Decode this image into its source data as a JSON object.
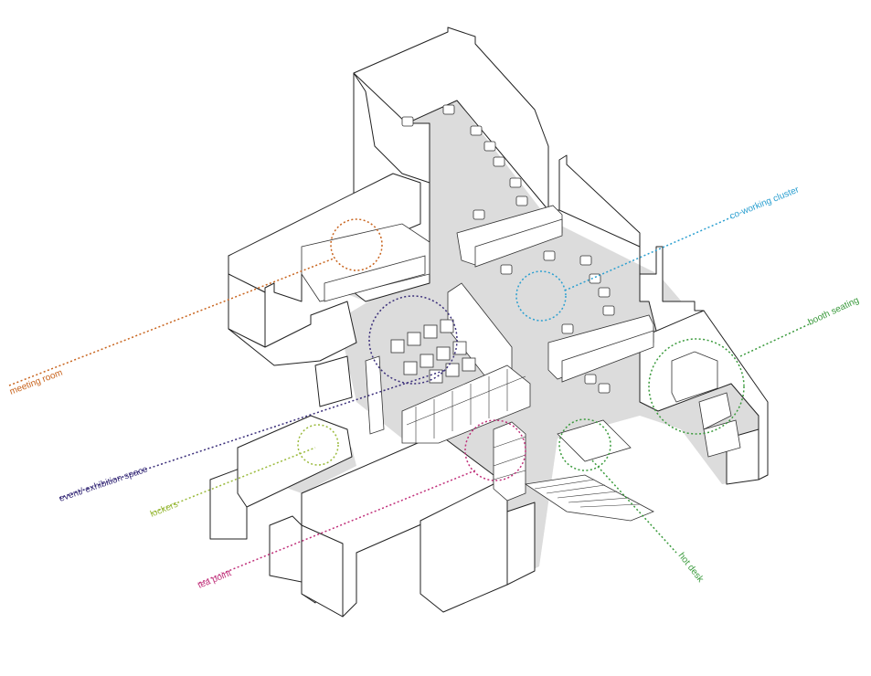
{
  "labels": [
    {
      "id": "meeting-room",
      "text": "meeting room",
      "color": "#c8641e"
    },
    {
      "id": "event-exhibition",
      "text": "event/ exhibition space",
      "color": "#3a2e7a"
    },
    {
      "id": "lockers",
      "text": "lockers",
      "color": "#9aba3c"
    },
    {
      "id": "tea-point",
      "text": "tea point",
      "color": "#c0307a"
    },
    {
      "id": "co-working",
      "text": "co-working cluster",
      "color": "#2a9fd0"
    },
    {
      "id": "booth-seating",
      "text": "booth seating",
      "color": "#3a9a3c"
    },
    {
      "id": "hot-desk",
      "text": "hot desk",
      "color": "#3a9a3c"
    }
  ]
}
